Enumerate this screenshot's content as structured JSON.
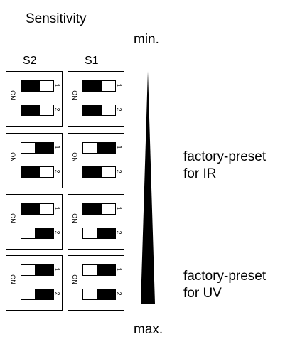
{
  "title": "Sensitivity",
  "min_label": "min.",
  "max_label": "max.",
  "columns": [
    "S2",
    "S1"
  ],
  "on_label": "ON",
  "switch_numbers": [
    "1",
    "2"
  ],
  "annotations": [
    {
      "line1": "factory-preset",
      "line2": "for IR"
    },
    {
      "line1": "factory-preset",
      "line2": "for UV"
    }
  ],
  "switch_settings": [
    {
      "S2": [
        "on",
        "on"
      ],
      "S1": [
        "on",
        "on"
      ]
    },
    {
      "S2": [
        "off",
        "on"
      ],
      "S1": [
        "off",
        "on"
      ]
    },
    {
      "S2": [
        "on",
        "off"
      ],
      "S1": [
        "on",
        "off"
      ]
    },
    {
      "S2": [
        "off",
        "off"
      ],
      "S1": [
        "off",
        "off"
      ]
    }
  ]
}
